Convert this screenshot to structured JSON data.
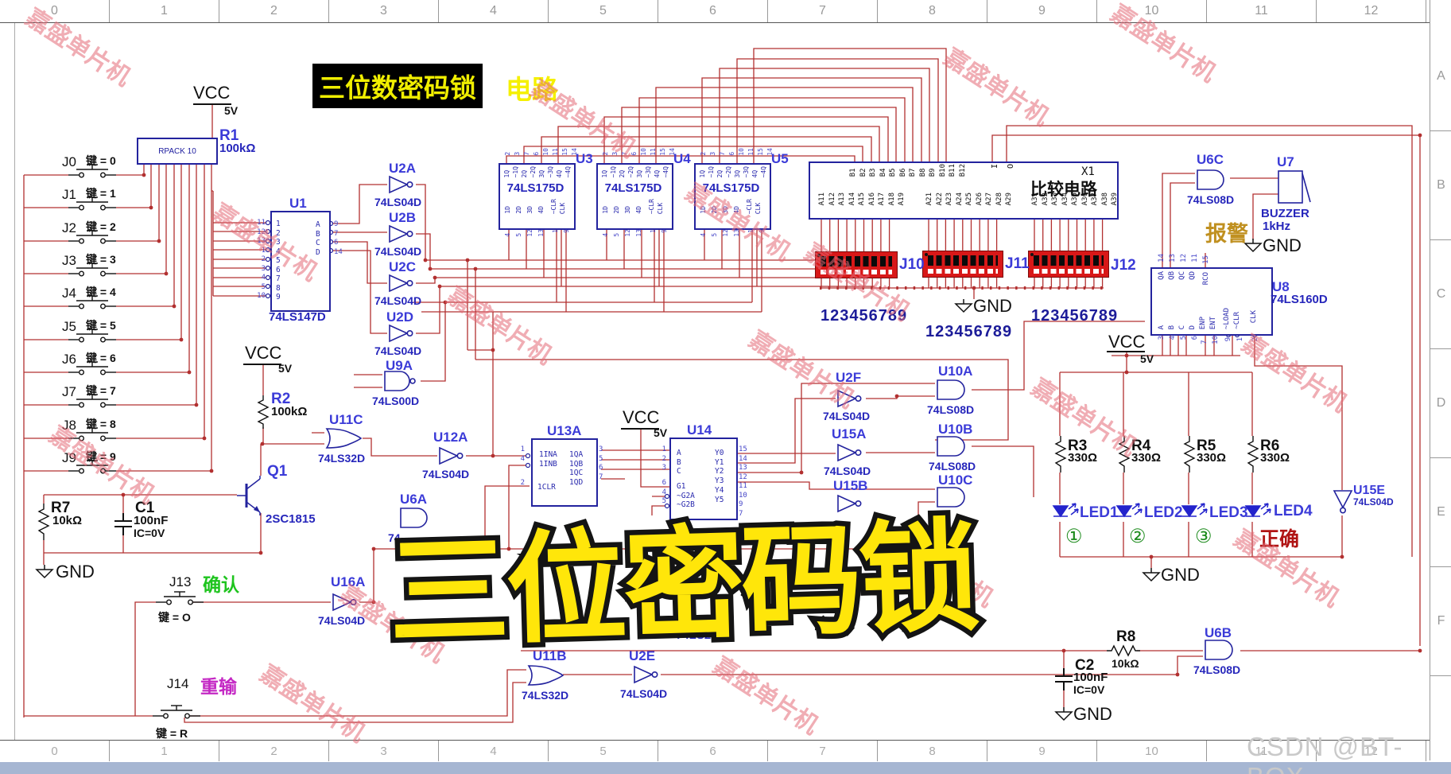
{
  "ruler": {
    "top": [
      "0",
      "1",
      "2",
      "3",
      "4",
      "5",
      "6",
      "7",
      "8",
      "9",
      "10",
      "11",
      "12"
    ],
    "right": [
      "A",
      "B",
      "C",
      "D",
      "E",
      "F"
    ]
  },
  "title": {
    "boxed": "三位数密码锁",
    "tail": "电路"
  },
  "overlay": {
    "banner": "三位密码锁",
    "watermark": "嘉盛单片机",
    "csdn": "CSDN @BT-BOX"
  },
  "power": {
    "vcc": "VCC",
    "v": "5V",
    "gnd": "GND"
  },
  "keys": {
    "refs": [
      "J0",
      "J1",
      "J2",
      "J3",
      "J4",
      "J5",
      "J6",
      "J7",
      "J8",
      "J9"
    ],
    "labels": [
      "键 = 0",
      "键 = 1",
      "键 = 2",
      "键 = 3",
      "键 = 4",
      "键 = 5",
      "键 = 6",
      "键 = 7",
      "键 = 8",
      "键 = 9"
    ]
  },
  "controls": {
    "confirm": {
      "ref": "J13",
      "caption": "确认",
      "key": "键 = O"
    },
    "retry": {
      "ref": "J14",
      "caption": "重输",
      "key": "键 = R"
    }
  },
  "rpack": {
    "ref": "R1",
    "value": "100kΩ",
    "part": "RPACK 10"
  },
  "u1": {
    "ref": "U1",
    "part": "74LS147D",
    "pins_left": [
      "11",
      "12",
      "13",
      "1",
      "2",
      "3",
      "4",
      "5",
      "10"
    ],
    "inputs": [
      "1",
      "2",
      "3",
      "4",
      "5",
      "6",
      "7",
      "8",
      "9"
    ],
    "outputs": [
      "A",
      "B",
      "C",
      "D"
    ],
    "pins_right": [
      "9",
      "7",
      "6",
      "14"
    ]
  },
  "regs": {
    "refs": [
      "U3",
      "U4",
      "U5"
    ],
    "part": "74LS175D",
    "top_pins": [
      "2",
      "3",
      "7",
      "6",
      "10",
      "11",
      "15",
      "14"
    ],
    "top_sigs": [
      "1Q",
      "~1Q",
      "2Q",
      "~2Q",
      "3Q",
      "~3Q",
      "4Q",
      "~4Q"
    ],
    "d_sigs": [
      "1D",
      "2D",
      "3D",
      "4D"
    ],
    "d_pins": [
      "4",
      "5",
      "12",
      "13"
    ],
    "c_sigs": [
      "~CLR",
      "CLK"
    ],
    "c_pins": [
      "1",
      "9"
    ]
  },
  "x1": {
    "ref": "X1",
    "caption": "比较电路",
    "b": [
      "B1",
      "B2",
      "B3",
      "B4",
      "B5",
      "B6",
      "B7",
      "B8",
      "B9",
      "B10",
      "B11",
      "B12"
    ],
    "io": [
      "I",
      "O"
    ],
    "a1": [
      "A11",
      "A12",
      "A13",
      "A14",
      "A15",
      "A16",
      "A17",
      "A18",
      "A19"
    ],
    "a2": [
      "A21",
      "A22",
      "A23",
      "A24",
      "A25",
      "A26",
      "A27",
      "A28",
      "A29"
    ],
    "a3": [
      "A31",
      "A32",
      "A33",
      "A34",
      "A35",
      "A36",
      "A37",
      "A38",
      "A39"
    ]
  },
  "dips": {
    "refs": [
      "J10",
      "J11",
      "J12"
    ],
    "digits": "123456789"
  },
  "u8": {
    "ref": "U8",
    "part": "74LS160D",
    "top_sigs": [
      "QA",
      "QB",
      "QC",
      "QD"
    ],
    "rco": "RCO",
    "top_pins": [
      "14",
      "13",
      "12",
      "11"
    ],
    "rco_pin": "15",
    "bot_sigs": [
      "A",
      "B",
      "C",
      "D"
    ],
    "en_sigs": [
      "ENP",
      "ENT"
    ],
    "ld_sigs": [
      "~LOAD",
      "~CLR"
    ],
    "clk": "CLK",
    "bot_pins": [
      "3",
      "4",
      "5",
      "6"
    ],
    "en_pins": [
      "7",
      "10"
    ],
    "ld_pins": [
      "9",
      "1"
    ],
    "clk_pin": "2"
  },
  "buzzer": {
    "ref": "U7",
    "part": "BUZZER",
    "freq": "1kHz"
  },
  "notes": {
    "alarm": "报警",
    "correct": "正确",
    "stray_part": "74LS20D"
  },
  "u13": {
    "ref": "U13A",
    "sigs_in": [
      "1INA",
      "1INB"
    ],
    "pins_in": [
      "1",
      "4"
    ],
    "clr": "1CLR",
    "clr_pin": "2",
    "sigs_out": [
      "1QA",
      "1QB",
      "1QC",
      "1QD"
    ],
    "pins_out": [
      "3",
      "5",
      "6",
      "7"
    ]
  },
  "u14": {
    "ref": "U14",
    "sigs_in": [
      "A",
      "B",
      "C"
    ],
    "pins_in": [
      "1",
      "2",
      "3"
    ],
    "en_sigs": [
      "G1",
      "~G2A",
      "~G2B"
    ],
    "en_pins": [
      "6",
      "4",
      "5"
    ],
    "sigs_out": [
      "Y0",
      "Y1",
      "Y2",
      "Y3",
      "Y4",
      "Y5"
    ],
    "pins_out": [
      "15",
      "14",
      "13",
      "12",
      "11",
      "10",
      "9",
      "7"
    ]
  },
  "gates": {
    "u2a": {
      "ref": "U2A",
      "part": "74LS04D"
    },
    "u2b": {
      "ref": "U2B",
      "part": "74LS04D"
    },
    "u2c": {
      "ref": "U2C",
      "part": "74LS04D"
    },
    "u2d": {
      "ref": "U2D",
      "part": "74LS04D"
    },
    "u9a": {
      "ref": "U9A",
      "part": "74LS00D"
    },
    "u11c": {
      "ref": "U11C",
      "part": "74LS32D"
    },
    "u12a": {
      "ref": "U12A",
      "part": "74LS04D"
    },
    "u6a": {
      "ref": "U6A",
      "part": "74"
    },
    "u16a": {
      "ref": "U16A",
      "part": "74LS04D"
    },
    "u2f": {
      "ref": "U2F",
      "part": "74LS04D"
    },
    "u15a": {
      "ref": "U15A",
      "part": "74LS04D"
    },
    "u15b": {
      "ref": "U15B",
      "part": ""
    },
    "u10a": {
      "ref": "U10A",
      "part": "74LS08D"
    },
    "u10b": {
      "ref": "U10B",
      "part": "74LS08D"
    },
    "u10c": {
      "ref": "U10C",
      "part": ""
    },
    "u6c": {
      "ref": "U6C",
      "part": "74LS08D"
    },
    "u6b": {
      "ref": "U6B",
      "part": "74LS08D"
    },
    "u11b": {
      "ref": "U11B",
      "part": "74LS32D"
    },
    "u2e": {
      "ref": "U2E",
      "part": "74LS04D"
    },
    "u15e": {
      "ref": "U15E",
      "part": "74LS04D"
    }
  },
  "resistors": {
    "r2": {
      "ref": "R2",
      "value": "100kΩ"
    },
    "r3": {
      "ref": "R3",
      "value": "330Ω"
    },
    "r4": {
      "ref": "R4",
      "value": "330Ω"
    },
    "r5": {
      "ref": "R5",
      "value": "330Ω"
    },
    "r6": {
      "ref": "R6",
      "value": "330Ω"
    },
    "r7": {
      "ref": "R7",
      "value": "10kΩ"
    },
    "r8": {
      "ref": "R8",
      "value": "10kΩ"
    }
  },
  "caps": {
    "c1": {
      "ref": "C1",
      "value": "100nF",
      "ic": "IC=0V"
    },
    "c2": {
      "ref": "C2",
      "value": "100nF",
      "ic": "IC=0V"
    }
  },
  "q1": {
    "ref": "Q1",
    "part": "2SC1815"
  },
  "leds": {
    "refs": [
      "LED1",
      "LED2",
      "LED3",
      "LED4"
    ],
    "nums": [
      "①",
      "②",
      "③"
    ]
  }
}
